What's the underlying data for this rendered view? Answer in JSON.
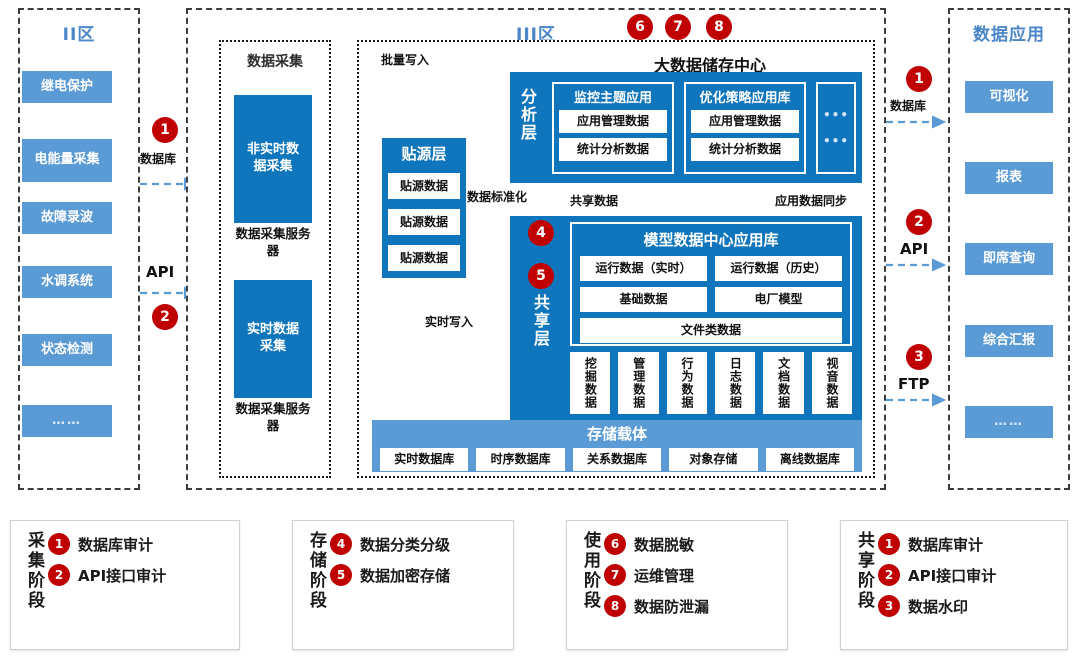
{
  "zones": {
    "zone2": {
      "title": "II区",
      "items": [
        {
          "label": "继电保护"
        },
        {
          "label": "电能量采集"
        },
        {
          "label": "故障录波"
        },
        {
          "label": "水调系统"
        },
        {
          "label": "状态检测"
        },
        {
          "label": "……"
        }
      ]
    },
    "zone3": {
      "title": "III区"
    },
    "apps": {
      "title": "数据应用",
      "items": [
        {
          "label": "可视化"
        },
        {
          "label": "报表"
        },
        {
          "label": "即席查询"
        },
        {
          "label": "综合汇报"
        },
        {
          "label": "……"
        }
      ]
    }
  },
  "left_links": [
    {
      "badge": "1",
      "label": "数据库"
    },
    {
      "badge": "2",
      "label": "API"
    }
  ],
  "right_links": [
    {
      "badge": "1",
      "label": "数据库"
    },
    {
      "badge": "2",
      "label": "API"
    },
    {
      "badge": "3",
      "label": "FTP"
    }
  ],
  "collect": {
    "title": "数据采集",
    "blocks": [
      {
        "label": "非实时数据采集",
        "caption": "数据采集服务器"
      },
      {
        "label": "实时数据采集",
        "caption": "数据采集服务器"
      }
    ]
  },
  "flow_labels": {
    "batch_write": "批量写入",
    "realtime_write": "实时写入",
    "standardize": "数据标准化",
    "shared_data": "共享数据",
    "app_sync": "应用数据同步"
  },
  "source_layer": {
    "title": "贴源层",
    "items": [
      "贴源数据",
      "贴源数据",
      "贴源数据"
    ]
  },
  "storage_center": {
    "title": "大数据储存中心",
    "top_badges": [
      "6",
      "7",
      "8"
    ],
    "analysis": {
      "side_label": "分析层",
      "groups": [
        {
          "title": "监控主题应用",
          "items": [
            "应用管理数据",
            "统计分析数据"
          ]
        },
        {
          "title": "优化策略应用库",
          "items": [
            "应用管理数据",
            "统计分析数据"
          ]
        },
        {
          "title": "",
          "items": [
            "•••",
            "•••"
          ]
        }
      ]
    },
    "shared": {
      "side_label": "共享层",
      "badges": [
        "4",
        "5"
      ],
      "model_title": "模型数据中心应用库",
      "model_items": [
        "运行数据（实时）",
        "运行数据（历史）",
        "基础数据",
        "电厂模型"
      ],
      "model_full": "文件类数据",
      "columns": [
        "挖掘数据",
        "管理数据",
        "行为数据",
        "日志数据",
        "文档数据",
        "视音数据"
      ]
    },
    "carrier": {
      "title": "存储载体",
      "items": [
        "实时数据库",
        "时序数据库",
        "关系数据库",
        "对象存储",
        "离线数据库"
      ]
    }
  },
  "legend": [
    {
      "stage": "采集阶段",
      "rows": [
        {
          "num": "1",
          "text": "数据库审计"
        },
        {
          "num": "2",
          "text": "API接口审计"
        }
      ]
    },
    {
      "stage": "存储阶段",
      "rows": [
        {
          "num": "4",
          "text": "数据分类分级"
        },
        {
          "num": "5",
          "text": "数据加密存储"
        }
      ]
    },
    {
      "stage": "使用阶段",
      "rows": [
        {
          "num": "6",
          "text": "数据脱敏"
        },
        {
          "num": "7",
          "text": "运维管理"
        },
        {
          "num": "8",
          "text": "数据防泄漏"
        }
      ]
    },
    {
      "stage": "共享阶段",
      "rows": [
        {
          "num": "1",
          "text": "数据库审计"
        },
        {
          "num": "2",
          "text": "API接口审计"
        },
        {
          "num": "3",
          "text": "数据水印"
        }
      ]
    }
  ],
  "colors": {
    "light_blue": "#5b9bd5",
    "dark_blue": "#0f75bc",
    "badge_red": "#c00000",
    "arrow_blue": "#5b9bd5"
  }
}
